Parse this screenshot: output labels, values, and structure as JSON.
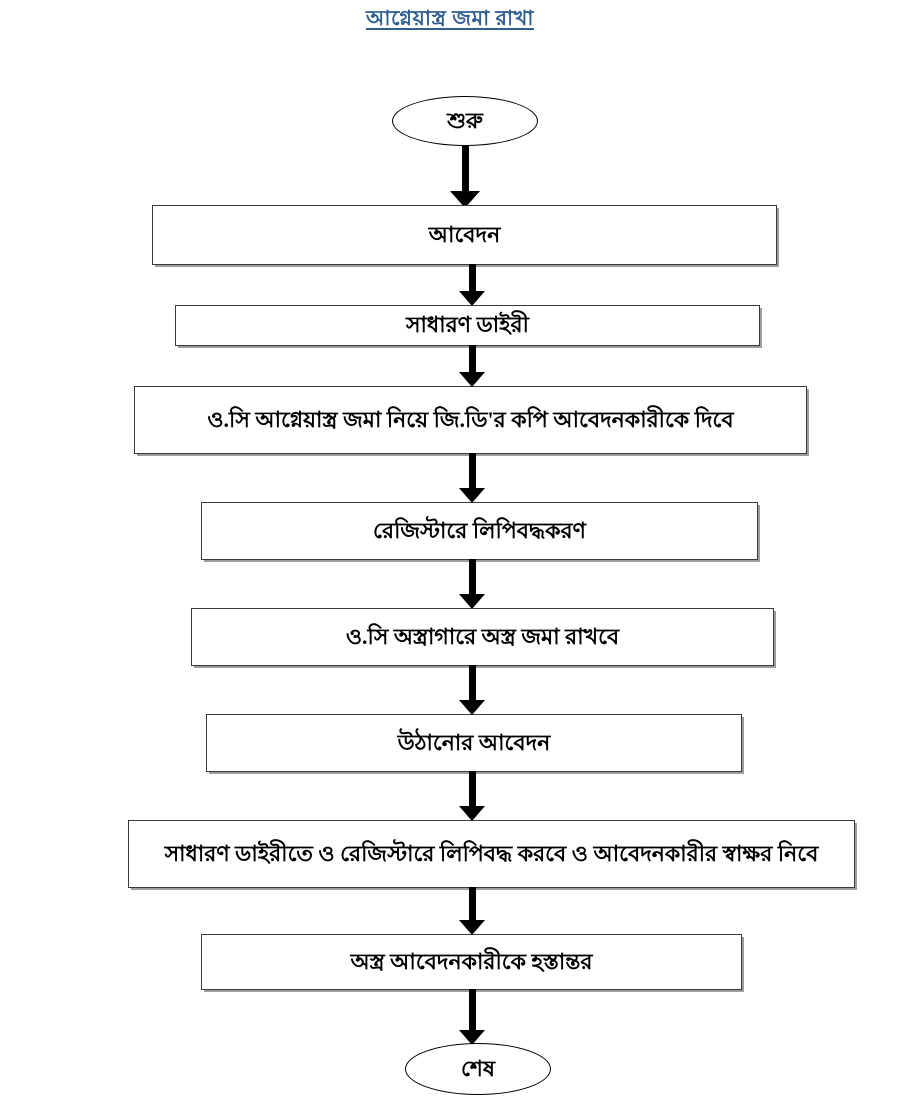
{
  "title": "আগ্নেয়াস্ত্র জমা রাখা",
  "colors": {
    "title": "#2f5f8f",
    "node_border": "#3a3a3a",
    "node_fill": "#ffffff",
    "arrow": "#000000",
    "shadow": "#9d9d9d"
  },
  "flow": {
    "start": {
      "type": "terminator",
      "label": "শুরু"
    },
    "end": {
      "type": "terminator",
      "label": "শেষ"
    },
    "steps": [
      {
        "id": "step-1",
        "type": "process",
        "label": "আবেদন"
      },
      {
        "id": "step-2",
        "type": "process",
        "label": "সাধারণ ডাইরী"
      },
      {
        "id": "step-3",
        "type": "process",
        "label": "ও.সি আগ্নেয়াস্ত্র জমা নিয়ে জি.ডি'র কপি আবেদনকারীকে দিবে"
      },
      {
        "id": "step-4",
        "type": "process",
        "label": "রেজিস্টারে লিপিবদ্ধকরণ"
      },
      {
        "id": "step-5",
        "type": "process",
        "label": "ও.সি অস্ত্রাগারে অস্ত্র জমা রাখবে"
      },
      {
        "id": "step-6",
        "type": "process",
        "label": "উঠানোর আবেদন"
      },
      {
        "id": "step-7",
        "type": "process",
        "label": "সাধারণ ডাইরীতে ও রেজিস্টারে লিপিবদ্ধ করবে ও আবেদনকারীর স্বাক্ষর নিবে"
      },
      {
        "id": "step-8",
        "type": "process",
        "label": "অস্ত্র আবেদনকারীকে হস্তান্তর"
      }
    ],
    "connectors": [
      {
        "id": "connector-start-1",
        "style": "double-line-arrow"
      },
      {
        "id": "connector-1-2",
        "style": "solid-arrow"
      },
      {
        "id": "connector-2-3",
        "style": "solid-arrow"
      },
      {
        "id": "connector-3-4",
        "style": "solid-arrow"
      },
      {
        "id": "connector-4-5",
        "style": "solid-arrow"
      },
      {
        "id": "connector-5-6",
        "style": "solid-arrow"
      },
      {
        "id": "connector-6-7",
        "style": "solid-arrow"
      },
      {
        "id": "connector-7-8",
        "style": "solid-arrow"
      },
      {
        "id": "connector-8-end",
        "style": "solid-arrow"
      }
    ]
  }
}
